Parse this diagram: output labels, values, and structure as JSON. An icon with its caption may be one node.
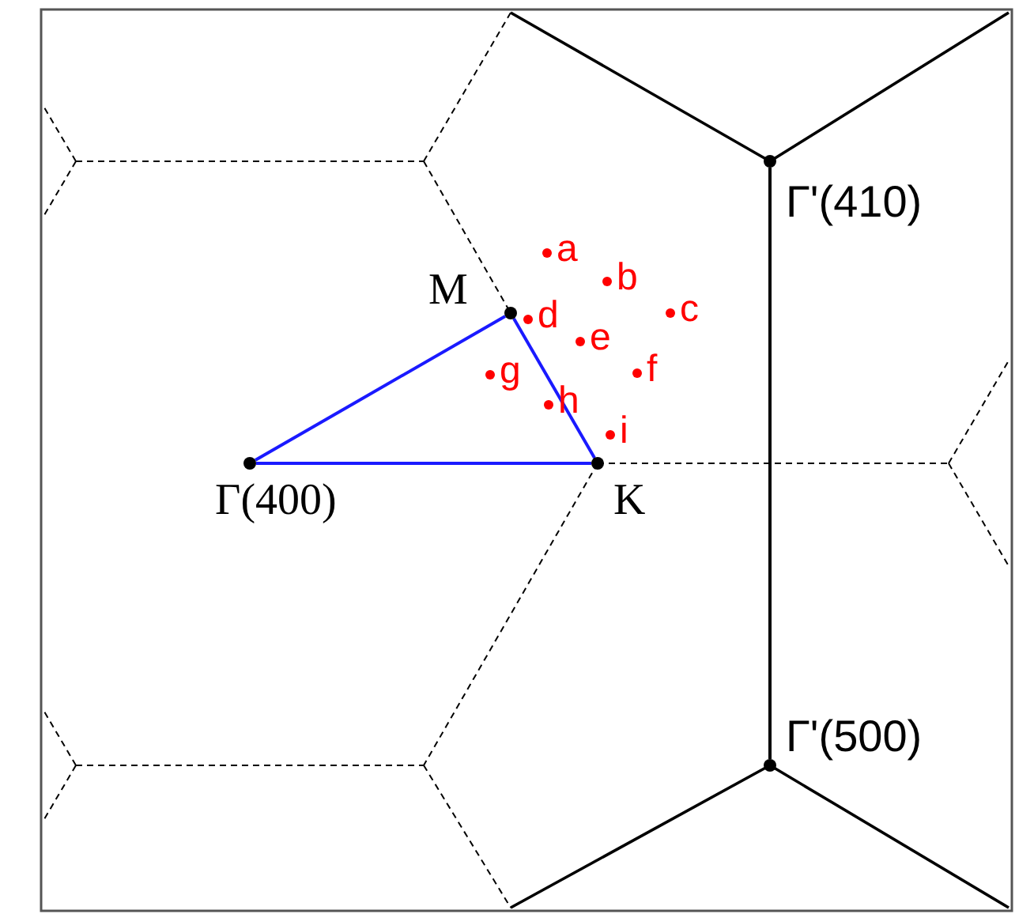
{
  "diagram": {
    "nodes": [
      {
        "text": [
          "Γ(400)"
        ]
      },
      {
        "text": [
          "M"
        ]
      },
      {
        "text": [
          "K"
        ]
      },
      {
        "text": [
          "Γ'(410)"
        ]
      },
      {
        "text": [
          "Γ'(500)"
        ]
      },
      {
        "text": [
          "a"
        ]
      },
      {
        "text": [
          "b"
        ]
      },
      {
        "text": [
          "c"
        ]
      },
      {
        "text": [
          "d"
        ]
      },
      {
        "text": [
          "e"
        ]
      },
      {
        "text": [
          "f"
        ]
      },
      {
        "text": [
          "g"
        ]
      },
      {
        "text": [
          "h"
        ]
      },
      {
        "text": [
          "i"
        ]
      }
    ],
    "edges": [
      {
        "from": 0,
        "to": 1,
        "arrow": "none"
      },
      {
        "from": 1,
        "to": 2,
        "arrow": "none"
      },
      {
        "from": 2,
        "to": 0,
        "arrow": "none"
      },
      {
        "from": 3,
        "to": 4,
        "arrow": "none",
        "color": "#000000"
      }
    ]
  }
}
